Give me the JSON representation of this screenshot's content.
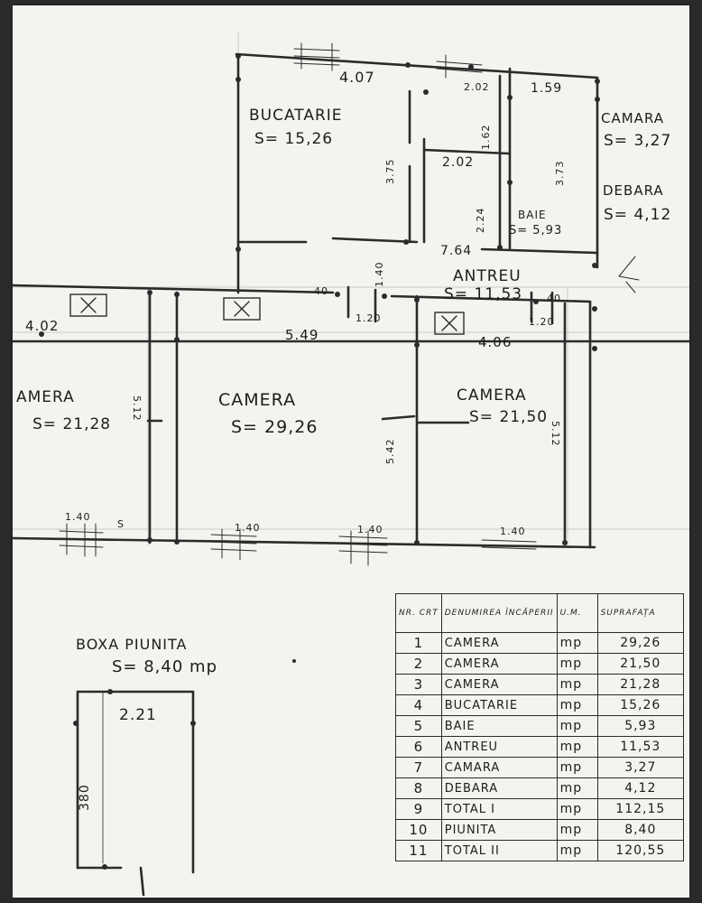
{
  "rooms": {
    "bucatarie": {
      "name": "BUCATARIE",
      "area": "S= 15,26"
    },
    "camara": {
      "name": "CAMARA",
      "area": "S= 3,27"
    },
    "debara": {
      "name": "DEBARA",
      "area": "S= 4,12"
    },
    "baie": {
      "name": "BAIE",
      "area": "S= 5,93"
    },
    "antreu": {
      "name": "ANTREU",
      "area": "S= 11,53"
    },
    "camera_left": {
      "name": "AMERA",
      "area": "S= 21,28"
    },
    "camera_mid": {
      "name": "CAMERA",
      "area": "S= 29,26"
    },
    "camera_right": {
      "name": "CAMERA",
      "area": "S= 21,50"
    },
    "boxa": {
      "name": "BOXA PIUNITA",
      "area": "S= 8,40 mp"
    }
  },
  "dimensions": {
    "top_407": "4.07",
    "top_202": "2.02",
    "top_159": "1.59",
    "mid_202": "2.02",
    "v_375": "3.75",
    "v_162": "1.62",
    "v_373": "3.73",
    "v_224": "2.24",
    "h_764": "7.64",
    "v_140_antreu": "1.40",
    "v_40": "40",
    "v_120_a": "1.20",
    "v_40_b": "40",
    "v_120_b": "1.20",
    "h_402": "4.02",
    "h_549": "5.49",
    "h_406": "4.06",
    "v_512_left": "5.12",
    "v_542_mid": "5.42",
    "v_512_right": "5.12",
    "win_140_1": "1.40",
    "win_140_2": "1.40",
    "win_140_3": "1.40",
    "win_140_4": "1.40",
    "win_s": "S",
    "boxa_221": "2.21",
    "boxa_380": "380"
  },
  "table": {
    "headers": {
      "nr": "NR. CRT",
      "den": "DENUMIREA ÎNCĂPERII",
      "um": "U.M.",
      "sup": "SUPRAFAȚA"
    },
    "rows": [
      {
        "nr": "1",
        "den": "CAMERA",
        "um": "mp",
        "sup": "29,26"
      },
      {
        "nr": "2",
        "den": "CAMERA",
        "um": "mp",
        "sup": "21,50"
      },
      {
        "nr": "3",
        "den": "CAMERA",
        "um": "mp",
        "sup": "21,28"
      },
      {
        "nr": "4",
        "den": "BUCATARIE",
        "um": "mp",
        "sup": "15,26"
      },
      {
        "nr": "5",
        "den": "BAIE",
        "um": "mp",
        "sup": "5,93"
      },
      {
        "nr": "6",
        "den": "ANTREU",
        "um": "mp",
        "sup": "11,53"
      },
      {
        "nr": "7",
        "den": "CAMARA",
        "um": "mp",
        "sup": "3,27"
      },
      {
        "nr": "8",
        "den": "DEBARA",
        "um": "mp",
        "sup": "4,12"
      },
      {
        "nr": "9",
        "den": "TOTAL I",
        "um": "mp",
        "sup": "112,15"
      },
      {
        "nr": "10",
        "den": "PIUNITA",
        "um": "mp",
        "sup": "8,40"
      },
      {
        "nr": "11",
        "den": "TOTAL II",
        "um": "mp",
        "sup": "120,55"
      }
    ]
  }
}
